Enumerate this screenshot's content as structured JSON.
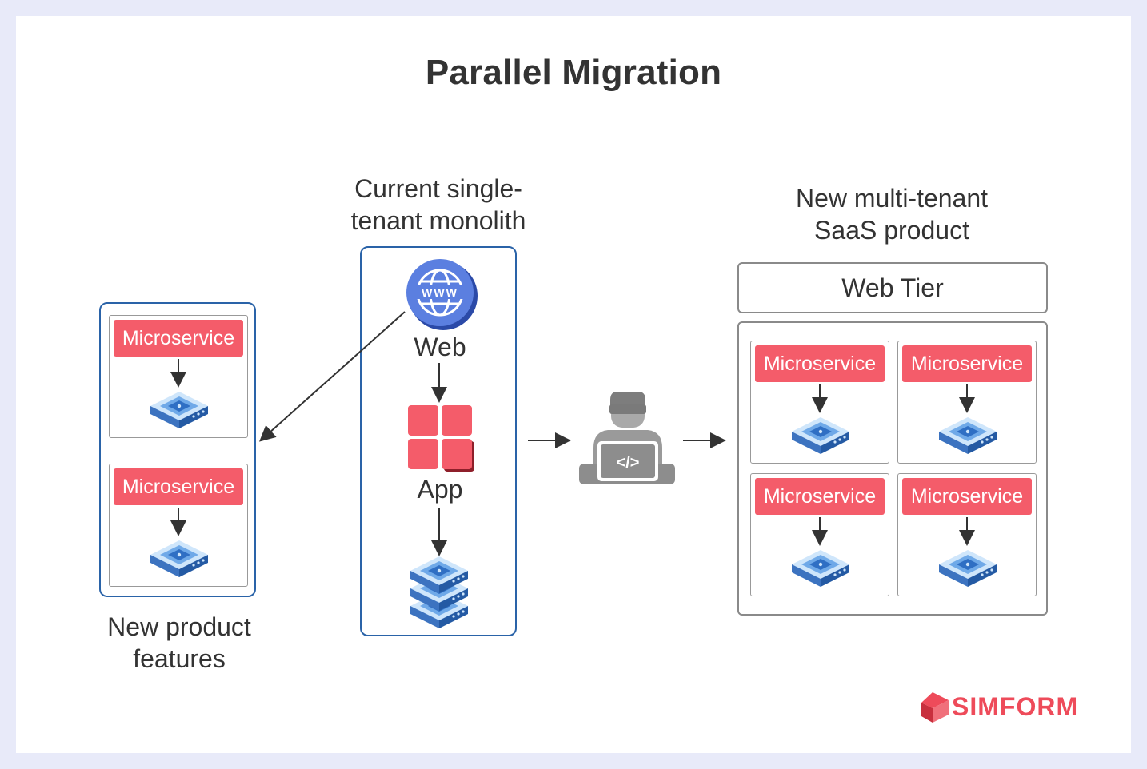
{
  "title": "Parallel Migration",
  "left": {
    "caption_line1": "New product",
    "caption_line2": "features",
    "microservices": [
      "Microservice",
      "Microservice"
    ]
  },
  "center": {
    "caption_line1": "Current single-",
    "caption_line2": "tenant monolith",
    "web_label": "Web",
    "app_label": "App",
    "globe_text": "WWW"
  },
  "right": {
    "caption_line1": "New multi-tenant",
    "caption_line2": "SaaS product",
    "web_tier_label": "Web Tier",
    "microservices": [
      "Microservice",
      "Microservice",
      "Microservice",
      "Microservice"
    ]
  },
  "logo": {
    "text": "SIMFORM"
  },
  "colors": {
    "accent_red": "#f45c6a",
    "box_blue": "#2a63a8",
    "globe_blue": "#5b7fe0",
    "background": "#e8eaf9"
  },
  "icons": [
    "globe-icon",
    "app-grid-icon",
    "database-icon",
    "developer-icon",
    "server-icon",
    "simform-logo-icon"
  ]
}
